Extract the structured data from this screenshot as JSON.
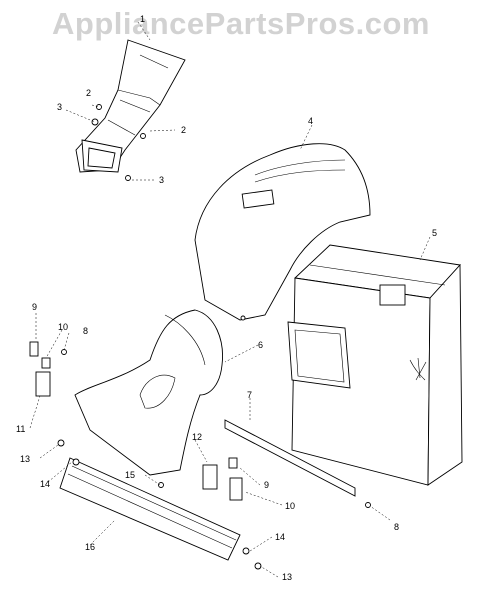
{
  "watermark": "AppliancePartsPros.com",
  "callouts": [
    {
      "id": "c1",
      "text": "1"
    },
    {
      "id": "c2a",
      "text": "2"
    },
    {
      "id": "c2b",
      "text": "2"
    },
    {
      "id": "c3a",
      "text": "3"
    },
    {
      "id": "c3b",
      "text": "3"
    },
    {
      "id": "c4",
      "text": "4"
    },
    {
      "id": "c5",
      "text": "5"
    },
    {
      "id": "c6",
      "text": "6"
    },
    {
      "id": "c7",
      "text": "7"
    },
    {
      "id": "c8a",
      "text": "8"
    },
    {
      "id": "c8b",
      "text": "8"
    },
    {
      "id": "c9a",
      "text": "9"
    },
    {
      "id": "c9b",
      "text": "9"
    },
    {
      "id": "c10a",
      "text": "10"
    },
    {
      "id": "c10b",
      "text": "10"
    },
    {
      "id": "c11",
      "text": "11"
    },
    {
      "id": "c12",
      "text": "12"
    },
    {
      "id": "c13a",
      "text": "13"
    },
    {
      "id": "c13b",
      "text": "13"
    },
    {
      "id": "c14a",
      "text": "14"
    },
    {
      "id": "c14b",
      "text": "14"
    },
    {
      "id": "c15",
      "text": "15"
    },
    {
      "id": "c16",
      "text": "16"
    }
  ]
}
